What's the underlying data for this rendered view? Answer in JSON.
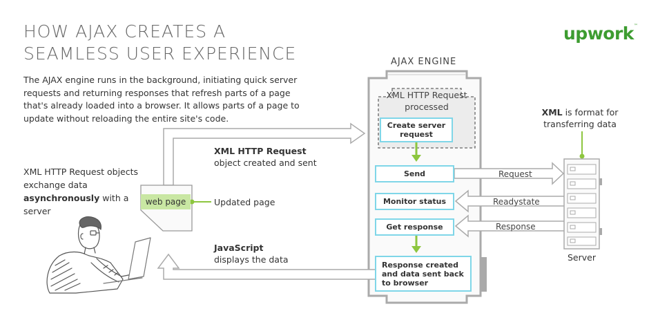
{
  "title": {
    "line1": "HOW AJAX CREATES A",
    "line2": "SEAMLESS USER EXPERIENCE"
  },
  "logo": {
    "text": "upwork",
    "tm": "™"
  },
  "intro": "The AJAX engine runs in the background, initiating quick server requests and returning responses that refresh parts of a page that's already loaded into a browser. It allows parts of a page to update without reloading the entire site's code.",
  "left_note": {
    "part1": "XML HTTP Request objects exchange data ",
    "bold": "asynchronously",
    "part2": " with a server"
  },
  "xml_note": {
    "bold": "XML",
    "rest": " is format for transferring data"
  },
  "labels": {
    "xhr_bold": "XML HTTP Request",
    "xhr_rest": "object created and sent",
    "updated_page": "Updated page",
    "js_bold": "JavaScript",
    "js_rest": "displays the data",
    "web_page": "web page",
    "server": "Server"
  },
  "engine": {
    "title": "AJAX ENGINE",
    "processed_label": "XML HTTP Request processed",
    "steps": {
      "create": "Create server request",
      "send": "Send",
      "monitor": "Monitor status",
      "get": "Get response",
      "response": "Response created and data sent back to browser"
    }
  },
  "arrows": {
    "request": "Request",
    "readystate": "Readystate",
    "response": "Response"
  },
  "colors": {
    "accent_green": "#8dc63f",
    "box_border": "#7fd6e8",
    "logo_green": "#3d9c30",
    "outline_gray": "#aaaaaa"
  }
}
